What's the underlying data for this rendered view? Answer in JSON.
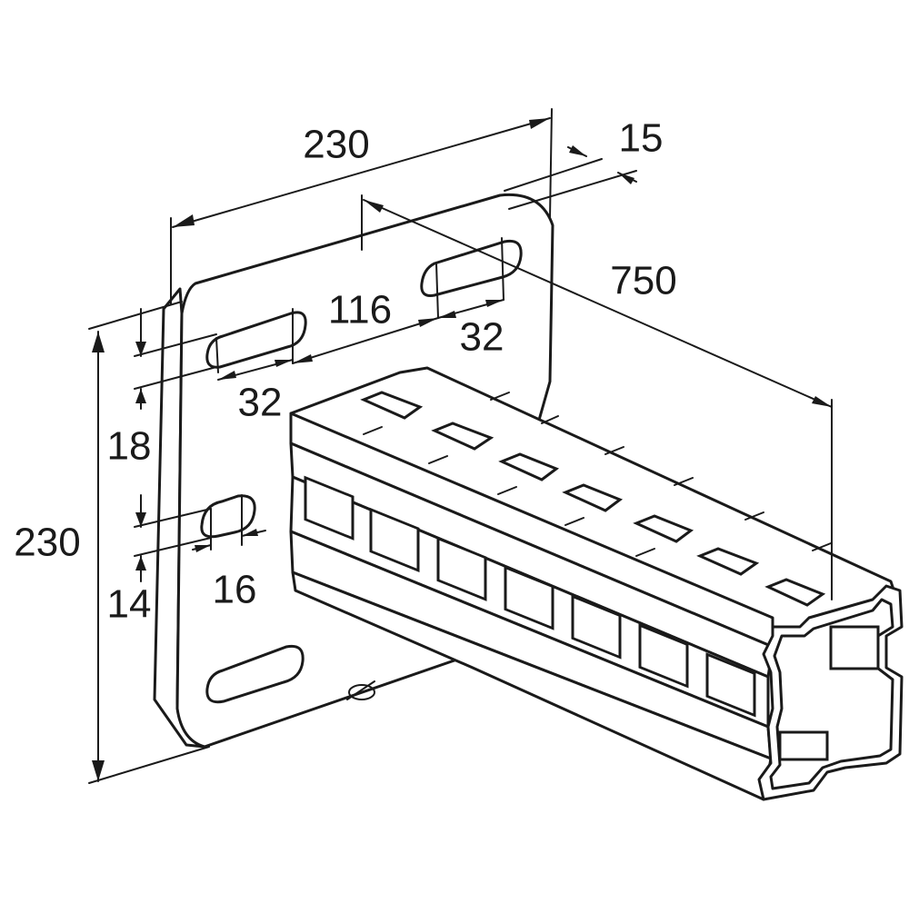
{
  "drawing": {
    "dimensions": {
      "plate_width": "230",
      "plate_height": "230",
      "plate_thickness": "15",
      "arm_length": "750",
      "slot_spacing": "116",
      "slot_length_upper_right": "32",
      "slot_length_upper_left": "32",
      "slot_offset_top": "18",
      "hole_diameter": "16",
      "hole_offset": "14"
    }
  },
  "colors": {
    "line": "#1a1a1a",
    "background": "#ffffff"
  }
}
